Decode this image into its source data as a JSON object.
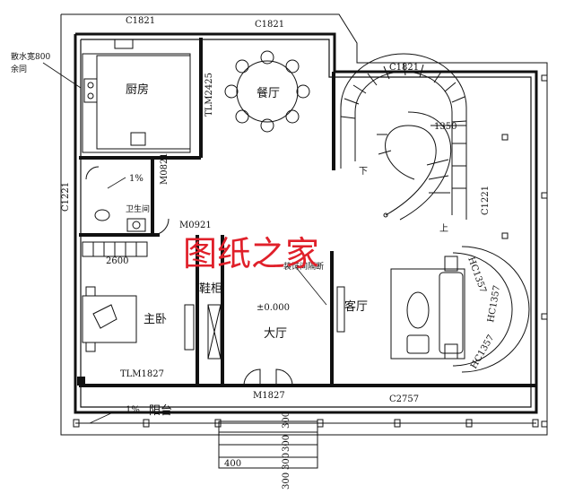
{
  "rooms": {
    "kitchen": "厨房",
    "dining": "餐厅",
    "bathroom": "卫生间",
    "master_bedroom": "主卧",
    "shoe_cabinet": "鞋柜",
    "hall": "大厅",
    "living_room": "客厅",
    "balcony": "阳台"
  },
  "labels": {
    "drainpipe": "散水宽800",
    "drainpipe_line2": "余同",
    "elevation": "±0.000",
    "partition": "装饰间隔断",
    "stair_down": "下",
    "stair_up": "上"
  },
  "openings": {
    "c1821_a": "C1821",
    "c1821_b": "C1821",
    "c1821_c": "C1821",
    "tlm2425": "TLM2425",
    "m0821": "M0821",
    "c1221_left": "C1221",
    "c1221_right": "C1221",
    "m0921": "M0921",
    "tlm1827": "TLM1827",
    "m1827": "M1827",
    "c2757": "C2757",
    "hc1357_a": "HC1357",
    "hc1357_b": "HC1357",
    "hc1357_c": "HC1357"
  },
  "dimensions": {
    "d1350": "1350",
    "d2600": "2600",
    "slope_a": "1%",
    "slope_b": "1%",
    "d300_a": "300",
    "d300_b": "300",
    "d300_c": "300",
    "d300_d": "300",
    "d400": "400"
  },
  "watermark": "图纸之家"
}
